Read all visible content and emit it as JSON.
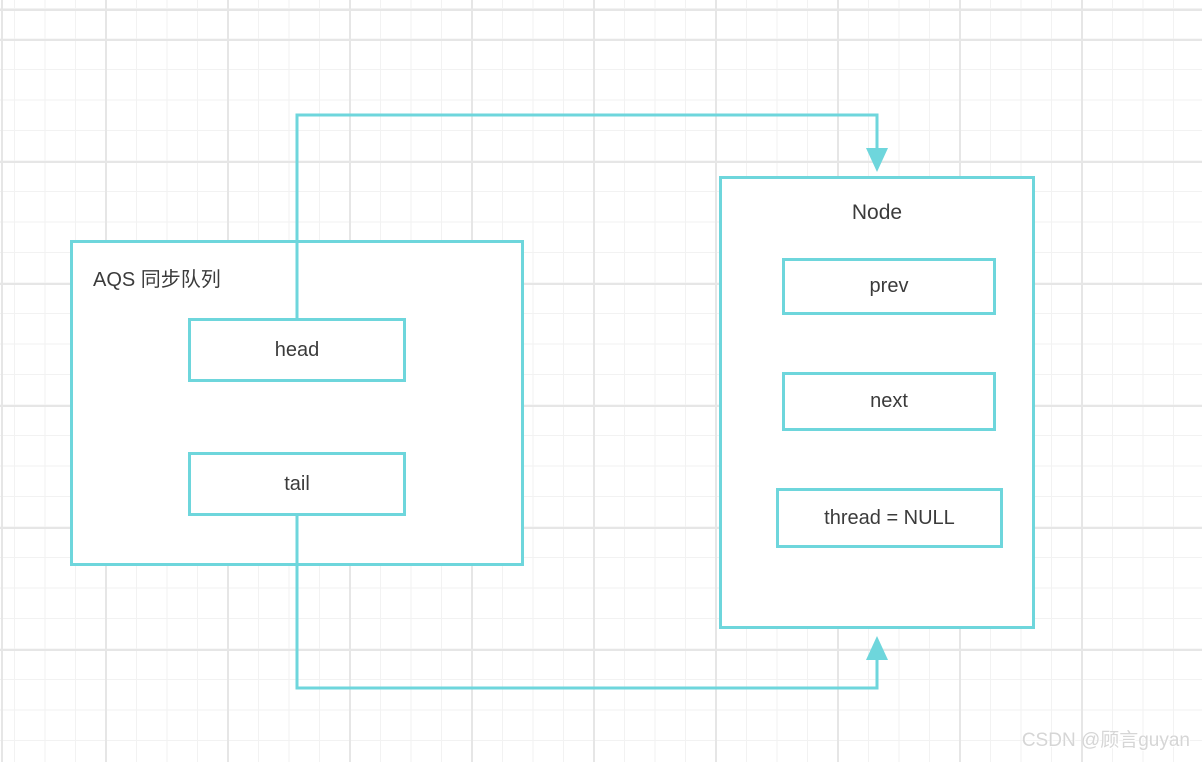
{
  "diagram": {
    "aqs": {
      "title": "AQS 同步队列",
      "head": "head",
      "tail": "tail"
    },
    "node": {
      "title": "Node",
      "prev": "prev",
      "next": "next",
      "thread": "thread = NULL"
    },
    "connectors": [
      {
        "name": "head-to-node",
        "from": "head",
        "to": "Node (top)",
        "arrow": "down"
      },
      {
        "name": "tail-to-node",
        "from": "tail",
        "to": "Node (bottom)",
        "arrow": "up"
      }
    ]
  },
  "colors": {
    "accent": "#6ed6dc",
    "text": "#3b3b3b",
    "grid_minor": "#f2f2f2",
    "grid_major": "#e6e6e6",
    "watermark": "#d6d6d6"
  },
  "watermark": {
    "text": "CSDN @顾言guyan"
  }
}
